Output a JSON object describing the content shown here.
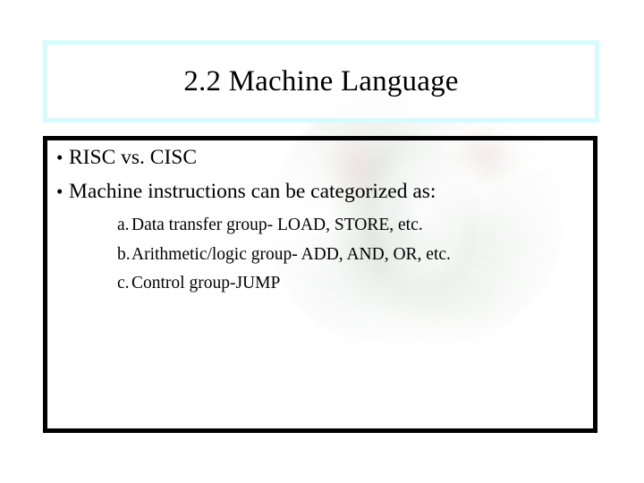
{
  "slide": {
    "title": "2.2 Machine Language",
    "title_border_color": "#d4fbfd",
    "body_border_color": "#000000",
    "background_color": "#ffffff",
    "text_color": "#000000"
  },
  "body": {
    "bullets": [
      {
        "marker": "•",
        "text": "RISC vs. CISC"
      },
      {
        "marker": "•",
        "text": "Machine instructions can be categorized as:"
      }
    ],
    "sub_items": [
      {
        "marker": "a.",
        "text": "Data transfer group- LOAD, STORE, etc."
      },
      {
        "marker": "b.",
        "text": "Arithmetic/logic group- ADD, AND, OR, etc."
      },
      {
        "marker": "c.",
        "text": "Control group-JUMP"
      }
    ]
  }
}
